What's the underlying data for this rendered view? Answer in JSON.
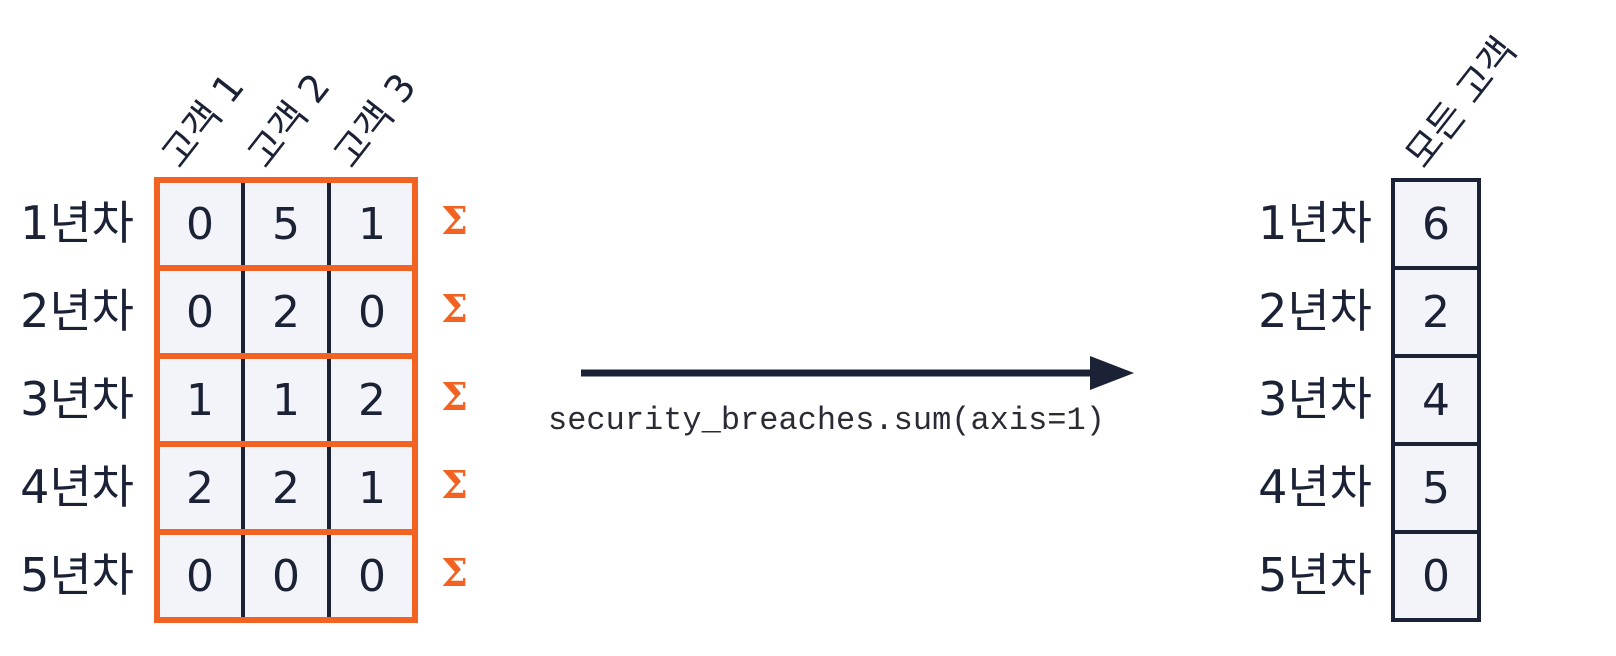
{
  "colors": {
    "accent": "#f26222",
    "dark": "#1b2236",
    "cell_bg": "#f3f3fa"
  },
  "input_matrix": {
    "column_headers": [
      "고객 1",
      "고객 2",
      "고객 3"
    ],
    "row_labels": [
      "1년차",
      "2년차",
      "3년차",
      "4년차",
      "5년차"
    ],
    "values": [
      [
        0,
        5,
        1
      ],
      [
        0,
        2,
        0
      ],
      [
        1,
        1,
        2
      ],
      [
        2,
        2,
        1
      ],
      [
        0,
        0,
        0
      ]
    ],
    "sum_symbol": "Σ"
  },
  "operation": {
    "code": "security_breaches.sum(axis=1)"
  },
  "output_vector": {
    "column_header": "모든 고객",
    "row_labels": [
      "1년차",
      "2년차",
      "3년차",
      "4년차",
      "5년차"
    ],
    "values": [
      6,
      2,
      4,
      5,
      0
    ]
  }
}
